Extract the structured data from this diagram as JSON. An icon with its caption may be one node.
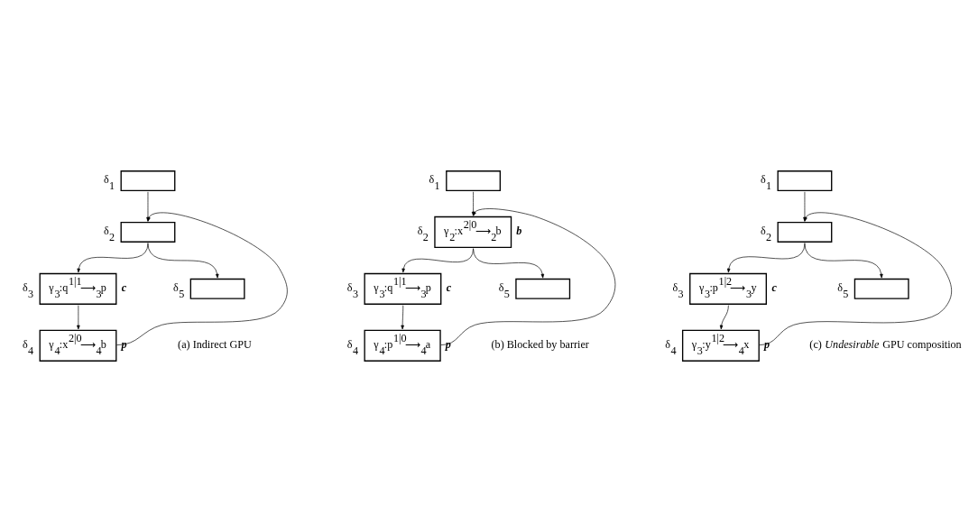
{
  "diagram": {
    "nodes": [
      {
        "text": [],
        "shape": "box",
        "beside": [
          "δ$_{1}$"
        ]
      },
      {
        "text": [],
        "shape": "box",
        "beside": [
          "δ$_{2}$"
        ]
      },
      {
        "text": [
          "γ$_{3}$:q$^{1|1}$⟶$_{3}$p"
        ],
        "beside": [
          "δ$_{3}$",
          "c"
        ]
      },
      {
        "text": [
          "γ$_{4}$:x$^{2|0}$⟶$_{4}$b"
        ],
        "beside": [
          "δ$_{4}$",
          "p"
        ]
      },
      {
        "text": [],
        "shape": "box",
        "beside": [
          "δ$_{5}$"
        ]
      },
      {
        "text": [],
        "shape": "box",
        "beside": [
          "δ$_{1}$"
        ]
      },
      {
        "text": [
          "γ$_{2}$:x$^{2|0}$⟶$_{2}$b"
        ],
        "beside": [
          "δ$_{2}$",
          "b"
        ]
      },
      {
        "text": [
          "γ$_{3}$:q$^{1|1}$⟶$_{3}$p"
        ],
        "beside": [
          "δ$_{3}$",
          "c"
        ]
      },
      {
        "text": [
          "γ$_{4}$:p$^{1|0}$⟶$_{4}$a"
        ],
        "beside": [
          "δ$_{4}$",
          "p"
        ]
      },
      {
        "text": [],
        "shape": "box",
        "beside": [
          "δ$_{5}$"
        ]
      },
      {
        "text": [],
        "shape": "box",
        "beside": [
          "δ$_{1}$"
        ]
      },
      {
        "text": [],
        "shape": "box",
        "beside": [
          "δ$_{2}$"
        ]
      },
      {
        "text": [
          "γ$_{3}$:p$^{1|2}$⟶$_{3}$y"
        ],
        "beside": [
          "δ$_{3}$",
          "c"
        ]
      },
      {
        "text": [
          "γ$_{3}$:y$^{1|2}$⟶$_{4}$x"
        ],
        "beside": [
          "δ$_{4}$",
          "p"
        ]
      },
      {
        "text": [],
        "shape": "box",
        "beside": [
          "δ$_{5}$"
        ]
      }
    ],
    "edges": [
      {
        "from": 0,
        "to": 1,
        "arrow": "to"
      },
      {
        "from": 1,
        "to": 2,
        "arrow": "to"
      },
      {
        "from": 2,
        "to": 3,
        "arrow": "to"
      },
      {
        "from": 3,
        "to": 1,
        "arrow": "to"
      },
      {
        "from": 1,
        "to": 4,
        "arrow": "to"
      },
      {
        "from": 5,
        "to": 6,
        "arrow": "to"
      },
      {
        "from": 6,
        "to": 7,
        "arrow": "to"
      },
      {
        "from": 7,
        "to": 8,
        "arrow": "to"
      },
      {
        "from": 8,
        "to": 6,
        "arrow": "to"
      },
      {
        "from": 6,
        "to": 9,
        "arrow": "to"
      },
      {
        "from": 10,
        "to": 11,
        "arrow": "to"
      },
      {
        "from": 11,
        "to": 12,
        "arrow": "to"
      },
      {
        "from": 12,
        "to": 13,
        "arrow": "to"
      },
      {
        "from": 13,
        "to": 11,
        "arrow": "to"
      },
      {
        "from": 11,
        "to": 14,
        "arrow": "to"
      }
    ],
    "labels": [
      "(a) Indirect GPU",
      "(b) Blocked by barrier",
      "(c) *Undesirable* GPU composition"
    ]
  }
}
